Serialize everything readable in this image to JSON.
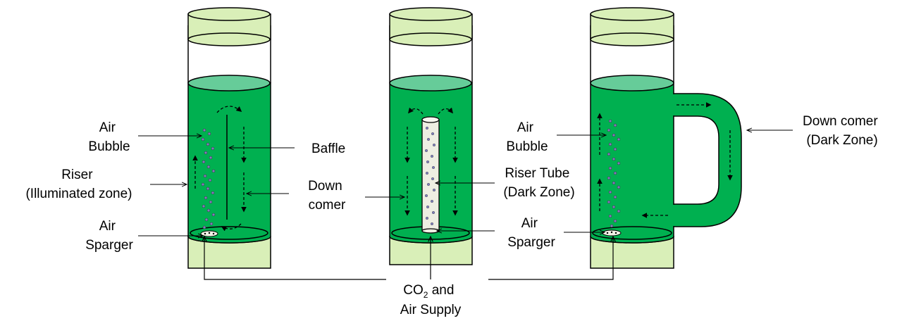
{
  "colors": {
    "liquid": "#00b050",
    "liquid_surface": "#66cc99",
    "cap": "#d9efb8",
    "bubble": "#7f7fbf",
    "tube": "#eeeee2"
  },
  "reactor1": {
    "air_bubble": [
      "Air",
      "Bubble"
    ],
    "riser": [
      "Riser",
      "(Illuminated zone)"
    ],
    "air_sparger": [
      "Air",
      "Sparger"
    ],
    "baffle": "Baffle",
    "down_comer": [
      "Down",
      "comer"
    ]
  },
  "reactor2": {
    "riser_tube": [
      "Riser Tube",
      "(Dark Zone)"
    ]
  },
  "reactor3": {
    "air_bubble": [
      "Air",
      "Bubble"
    ],
    "air_sparger": [
      "Air",
      "Sparger"
    ],
    "down_comer": [
      "Down comer",
      "(Dark Zone)"
    ]
  },
  "supply": {
    "co2_main": "CO",
    "co2_sub": "2",
    "co2_rest": " and",
    "line2": "Air Supply"
  }
}
